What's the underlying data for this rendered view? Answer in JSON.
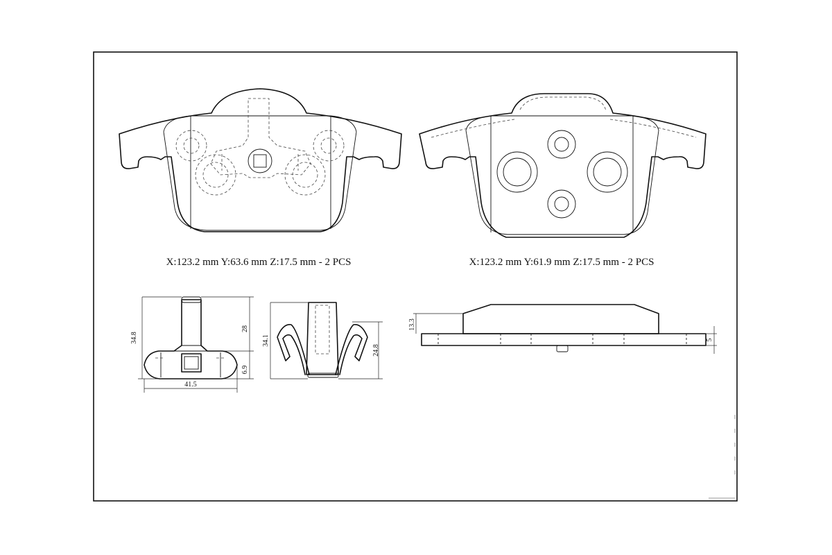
{
  "drawing": {
    "pad_left": {
      "caption": "X:123.2 mm  Y:63.6 mm  Z:17.5 mm  - 2 PCS"
    },
    "pad_right": {
      "caption": "X:123.2 mm  Y:61.9 mm  Z:17.5 mm  - 2 PCS"
    },
    "sensor_view": {
      "dim_height_total": "34.8",
      "dim_height_upper": "28",
      "dim_height_lower": "6.9",
      "dim_width": "41.5"
    },
    "clip_view": {
      "dim_height_total": "34.1",
      "dim_height_clip": "24.8"
    },
    "side_view": {
      "dim_friction_thickness": "13.3",
      "dim_plate_thickness": "5"
    }
  }
}
